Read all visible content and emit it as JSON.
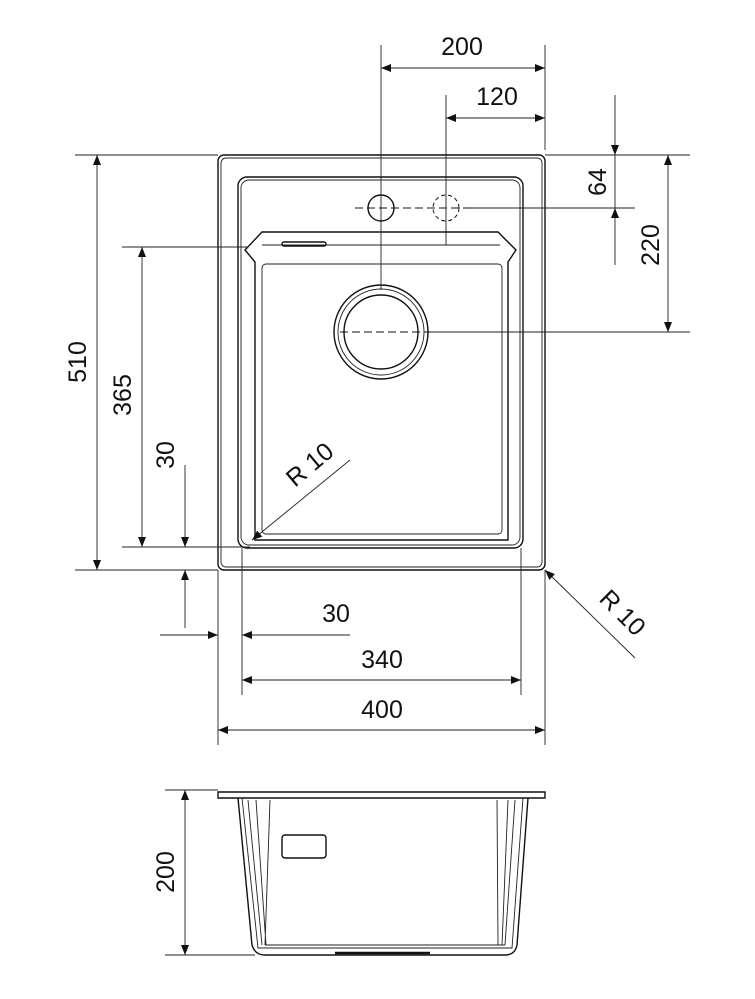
{
  "top_view": {
    "dim_tap_offset": "200",
    "dim_tap_alt_offset": "120",
    "dim_tap_depth": "64",
    "dim_drain_depth": "220",
    "dim_overall_depth": "510",
    "dim_bowl_depth": "365",
    "dim_side_margin": "30",
    "dim_front_margin": "30",
    "dim_bowl_width": "340",
    "dim_overall_width": "400",
    "radius_bowl": "R 10",
    "radius_outer": "R 10"
  },
  "side_view": {
    "dim_height": "200"
  }
}
